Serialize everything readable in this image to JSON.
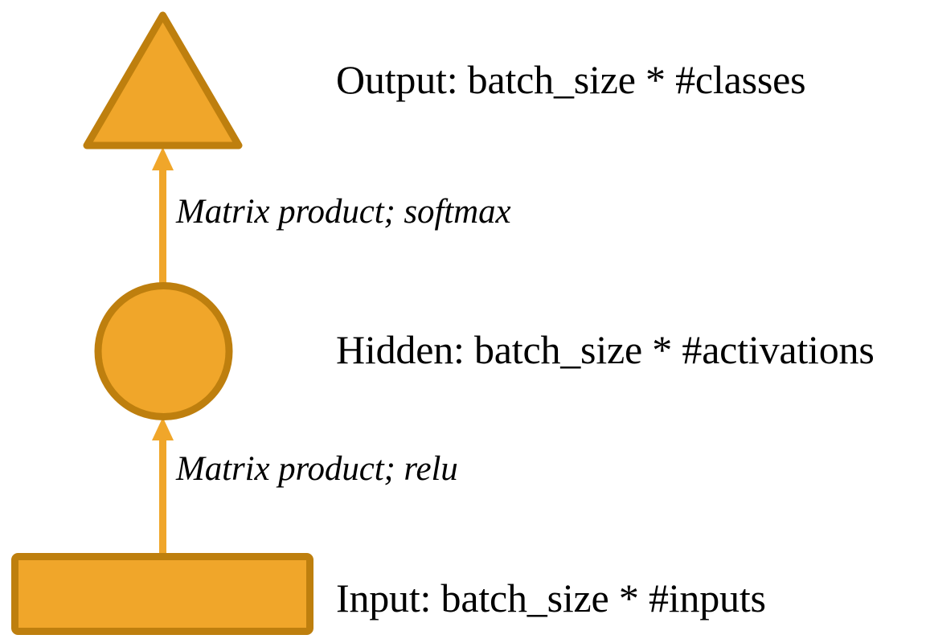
{
  "diagram": {
    "title": "Neural network layer diagram",
    "background_color": "#ffffff",
    "shape_fill_color": "#F0A62A",
    "shape_stroke_color": "#BE7F0E",
    "arrow_color": "#F0A62A",
    "text_color": "#000000",
    "nodes": [
      {
        "id": "output",
        "shape": "triangle",
        "label": "Output: batch_size * #classes",
        "label_style": "normal"
      },
      {
        "id": "hidden",
        "shape": "circle",
        "label": "Hidden: batch_size * #activations",
        "label_style": "normal"
      },
      {
        "id": "input",
        "shape": "rectangle",
        "label": "Input: batch_size * #inputs",
        "label_style": "normal"
      }
    ],
    "edges": [
      {
        "id": "hidden-to-output",
        "from": "hidden",
        "to": "output",
        "label": "Matrix product; softmax",
        "label_style": "italic",
        "direction": "up"
      },
      {
        "id": "input-to-hidden",
        "from": "input",
        "to": "hidden",
        "label": "Matrix product; relu",
        "label_style": "italic",
        "direction": "up"
      }
    ]
  }
}
